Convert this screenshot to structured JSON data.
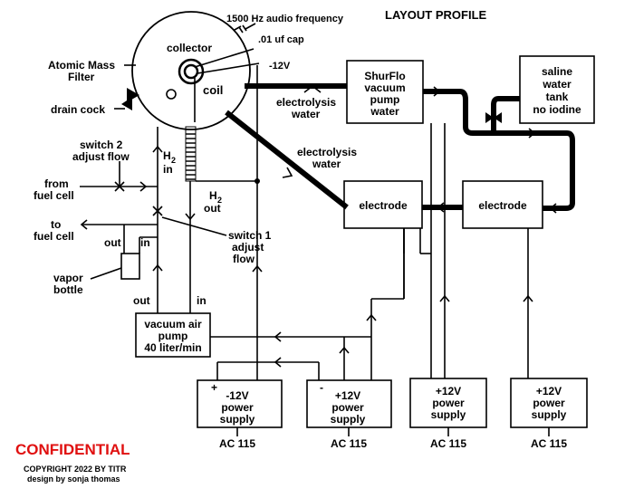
{
  "title": "LAYOUT PROFILE",
  "top_labels": {
    "audio_frequency": "1500 Hz audio frequency",
    "cap": ".01 uf cap",
    "minus12v": "-12V"
  },
  "device": {
    "collector": "collector",
    "coil": "coil",
    "atomic_filter_line1": "Atomic Mass",
    "atomic_filter_line2": "Filter",
    "drain_cock": "drain cock"
  },
  "shurflo_box": [
    "ShurFlo",
    "vacuum",
    "pump",
    "water"
  ],
  "saline_box": [
    "saline",
    "water",
    "tank",
    "no iodine"
  ],
  "electrode_left": "electrode",
  "electrode_right": "electrode",
  "electrolysis_water_1": [
    "electrolysis",
    "water"
  ],
  "electrolysis_water_2": [
    "electrolysis",
    "water"
  ],
  "switch2": [
    "switch 2",
    "adjust flow"
  ],
  "from_fuel_cell": [
    "from",
    "fuel cell"
  ],
  "to_fuel_cell": [
    "to",
    "fuel cell"
  ],
  "h2_in": [
    "H",
    "2",
    "in"
  ],
  "h2_out": [
    "H",
    "2",
    "out"
  ],
  "switch1": [
    "switch 1",
    "adjust",
    "flow"
  ],
  "vapor": {
    "out": "out",
    "in": "in",
    "label": [
      "vapor",
      "bottle"
    ]
  },
  "pump_ports": {
    "out": "out",
    "in": "in"
  },
  "vacuum_pump_box": [
    "vacuum air",
    "pump",
    "40 liter/min"
  ],
  "power_supplies": [
    {
      "polarity": "+",
      "lines": [
        "-12V",
        "power",
        "supply"
      ],
      "ac": "AC 115"
    },
    {
      "polarity": "-",
      "lines": [
        "+12V",
        "power",
        "supply"
      ],
      "ac": "AC 115"
    },
    {
      "polarity": "",
      "lines": [
        "+12V",
        "power",
        "supply"
      ],
      "ac": "AC 115"
    },
    {
      "polarity": "",
      "lines": [
        "+12V",
        "power",
        "supply"
      ],
      "ac": "AC 115"
    }
  ],
  "confidential": "CONFIDENTIAL",
  "copyright": "COPYRIGHT 2022 BY TITR",
  "designer": "design by sonja thomas"
}
